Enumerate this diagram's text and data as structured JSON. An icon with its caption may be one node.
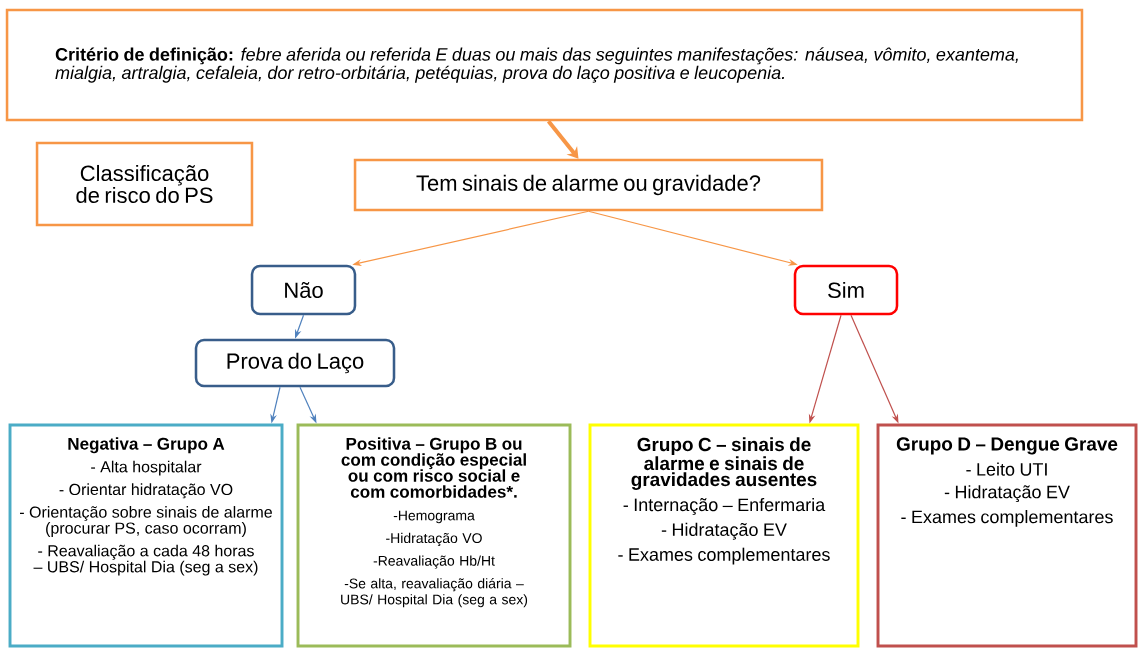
{
  "diagram": {
    "nodes": [
      {
        "text": [
          "**Critério de definição:** *febre aferida ou referida E duas ou mais das seguintes manifestações: náusea, vômito, exantema, mialgia, artralgia, cefaleia, dor retro-orbitária, petéquias, prova do laço positiva e leucopenia.*"
        ]
      },
      {
        "text": [
          "Classificação de risco do PS"
        ]
      },
      {
        "text": [
          "Tem sinais de alarme ou gravidade?"
        ]
      },
      {
        "text": [
          "Não"
        ]
      },
      {
        "text": [
          "Sim"
        ]
      },
      {
        "text": [
          "Prova do Laço"
        ]
      },
      {
        "text": [
          "Negativa – Grupo A",
          "- Alta hospitalar",
          "- Orientar hidratação VO",
          "- Orientação sobre sinais de alarme (procurar PS, caso ocorram)",
          "- Reavaliação a cada 48 horas – UBS/ Hospital Dia (seg a sex)"
        ]
      },
      {
        "text": [
          "Positiva – Grupo B ou com condição especial ou com risco social e com comorbidades*.",
          "-Hemograma",
          "-Hidratação VO",
          "-Reavaliação Hb/Ht",
          "-Se alta, reavaliação diária – UBS/ Hospital Dia (seg a sex)"
        ]
      },
      {
        "text": [
          "Grupo C – sinais de alarme e sinais de gravidades ausentes",
          "- Internação – Enfermaria",
          "- Hidratação EV",
          "- Exames complementares"
        ]
      },
      {
        "text": [
          "Grupo D – Dengue Grave",
          "- Leito UTI",
          "- Hidratação EV",
          "- Exames complementares"
        ]
      }
    ],
    "edges": [
      {
        "from": 0,
        "to": 2,
        "arrow": "to",
        "style": "thick",
        "color": "#f79646"
      },
      {
        "from": 2,
        "to": 3,
        "arrow": "to",
        "color": "#f79646"
      },
      {
        "from": 2,
        "to": 4,
        "arrow": "to",
        "color": "#f79646"
      },
      {
        "from": 3,
        "to": 5,
        "arrow": "to",
        "color": "#4f81bd"
      },
      {
        "from": 5,
        "to": 6,
        "arrow": "to",
        "color": "#4f81bd"
      },
      {
        "from": 5,
        "to": 7,
        "arrow": "to",
        "color": "#4f81bd"
      },
      {
        "from": 4,
        "to": 8,
        "arrow": "to",
        "color": "#c0504d"
      },
      {
        "from": 4,
        "to": 9,
        "arrow": "to",
        "color": "#c0504d"
      }
    ]
  }
}
